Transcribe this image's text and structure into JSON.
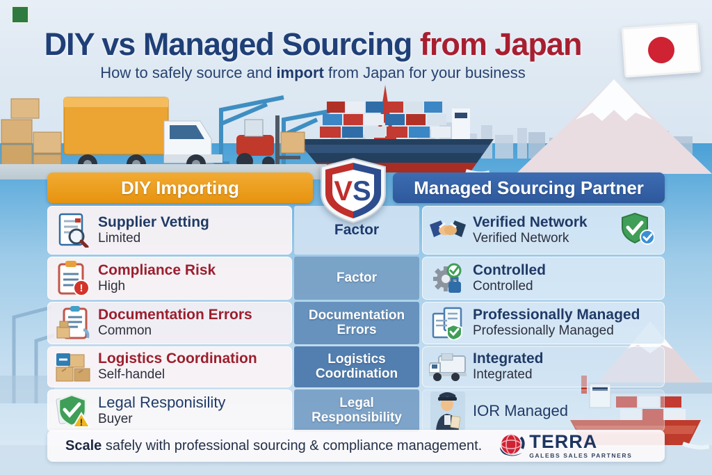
{
  "header": {
    "title_main": "DIY vs Managed Sourcing",
    "title_accent": " from Japan",
    "subtitle_pre": "How to safely source and ",
    "subtitle_bold": "import",
    "subtitle_post": " from Japan for your business"
  },
  "table": {
    "left_header": "DIY Importing",
    "vs_label": "VS",
    "right_header": "Managed Sourcing Partner",
    "rows": [
      {
        "left_title": "Supplier Vetting",
        "left_value": "Limited",
        "factor": "Factor",
        "right_title": "Verified Network",
        "right_value": "Verified Network"
      },
      {
        "left_title": "Compliance Risk",
        "left_value": "High",
        "factor": "Factor",
        "right_title": "Controlled",
        "right_value": "Controlled"
      },
      {
        "left_title": "Documentation Errors",
        "left_value": "Common",
        "factor": "Documentation Errors",
        "right_title": "Professionally Managed",
        "right_value": "Professionally Managed"
      },
      {
        "left_title": "Logistics Coordination",
        "left_value": "Self-handel",
        "factor": "Logistics Coordination",
        "right_title": "Integrated",
        "right_value": "Integrated"
      },
      {
        "left_title": "Legal Responisility",
        "left_value": "Buyer",
        "factor": "Legal Responsibility",
        "right_title": "IOR Managed",
        "right_value": ""
      }
    ]
  },
  "icons": {
    "row1_left": "document-magnifier-icon",
    "row1_right": "handshake-icon",
    "row1_badge": "green-shield-check-icon",
    "row2_left": "clipboard-alert-icon",
    "row2_right": "gear-check-icon",
    "row3_left": "clipboard-boxes-icon",
    "row3_right": "documents-shield-icon",
    "row4_left": "cargo-boxes-icon",
    "row4_right": "truck-icon",
    "row5_left": "shield-warning-icon",
    "row5_right": "customs-officer-icon",
    "header_badge": "vs-shield-icon",
    "flag": "japan-flag",
    "logo": "terra-globe-icon"
  },
  "footer": {
    "tagline_bold": "Scale",
    "tagline_rest": " safely with professional sourcing & compliance management.",
    "logo_name": "TERRA",
    "logo_subtitle": "GALEBS SALES PARTNERS"
  },
  "colors": {
    "title_navy": "#1f3f77",
    "title_red": "#a81e30",
    "diy_header_orange": "#ea9a18",
    "managed_header_blue": "#33609f",
    "row_title_red": "#9c1f2e",
    "row_title_navy": "#203a66",
    "factor_light_bg": "#cde0f1",
    "factor_blue_bg": "#6390ba",
    "flag_red": "#cf2233",
    "accent_green": "#2f7a3f"
  }
}
